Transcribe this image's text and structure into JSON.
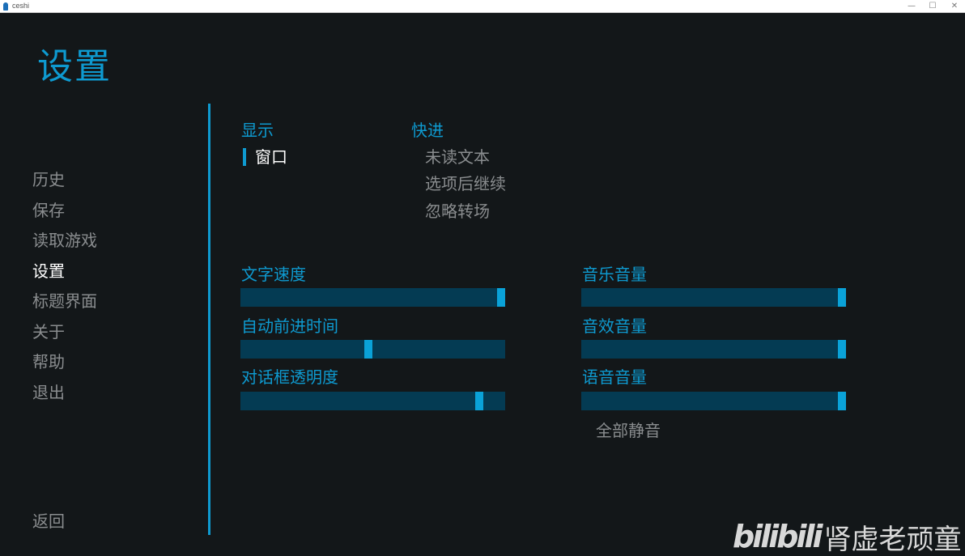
{
  "window": {
    "title": "ceshi",
    "controls": {
      "minimize": "—",
      "maximize": "☐",
      "close": "✕"
    }
  },
  "page": {
    "title": "设置"
  },
  "nav": {
    "items": [
      {
        "label": "历史",
        "active": false
      },
      {
        "label": "保存",
        "active": false
      },
      {
        "label": "读取游戏",
        "active": false
      },
      {
        "label": "设置",
        "active": true
      },
      {
        "label": "标题界面",
        "active": false
      },
      {
        "label": "关于",
        "active": false
      },
      {
        "label": "帮助",
        "active": false
      },
      {
        "label": "退出",
        "active": false
      }
    ],
    "return_label": "返回"
  },
  "display": {
    "label": "显示",
    "options": [
      {
        "label": "窗口",
        "selected": true
      }
    ]
  },
  "skip": {
    "label": "快进",
    "options": [
      {
        "label": "未读文本",
        "selected": false
      },
      {
        "label": "选项后继续",
        "selected": false
      },
      {
        "label": "忽略转场",
        "selected": false
      }
    ]
  },
  "sliders": {
    "left": [
      {
        "label": "文字速度",
        "value_pct": 100
      },
      {
        "label": "自动前进时间",
        "value_pct": 48
      },
      {
        "label": "对话框透明度",
        "value_pct": 91
      }
    ],
    "right": [
      {
        "label": "音乐音量",
        "value_pct": 100
      },
      {
        "label": "音效音量",
        "value_pct": 100
      },
      {
        "label": "语音音量",
        "value_pct": 100
      }
    ]
  },
  "mute_all_label": "全部静音",
  "watermark": {
    "logo": "bilibili",
    "name": "肾虚老顽童"
  },
  "colors": {
    "accent": "#0e9ad0",
    "background": "#131719",
    "slider_track": "#043b53",
    "slider_thumb": "#0aa2d8",
    "idle_text": "#8a8d8f",
    "active_text": "#ffffff"
  }
}
